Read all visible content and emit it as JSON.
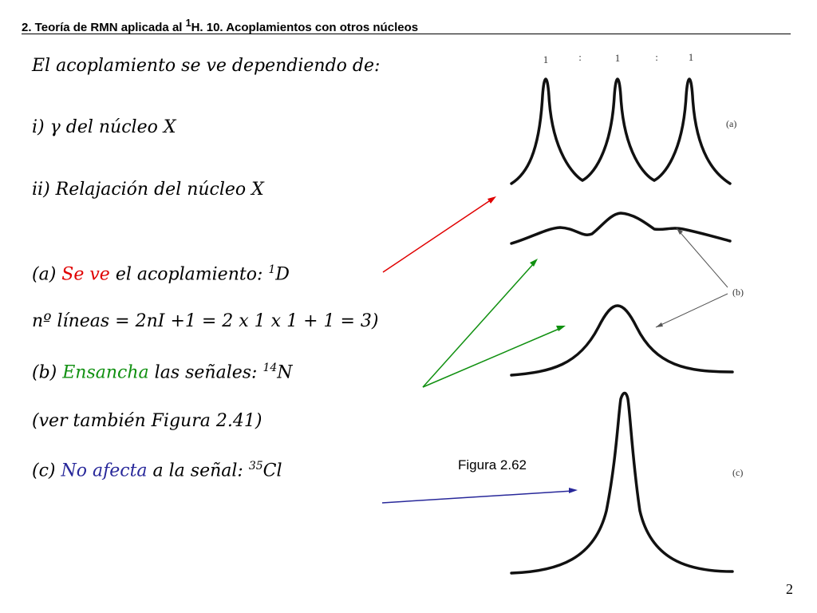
{
  "header": {
    "prefix": "2. Teoría de RMN aplicada al ",
    "sup": "1",
    "suffix": "H. 10. Acoplamientos con otros núcleos"
  },
  "lines": {
    "l1": "El acoplamiento se ve dependiendo de:",
    "l2": "i) γ  del núcleo X",
    "l3": "ii) Relajación del núcleo X",
    "l4a": "(a) ",
    "l4b": "Se ve",
    "l4c": " el acoplamiento: ",
    "l4sup": "1",
    "l4d": "D",
    "l5": "nº líneas = 2nI +1 = 2 x 1 x 1 + 1 = 3)",
    "l6a": "(b) ",
    "l6b": "Ensancha",
    "l6c": " las señales: ",
    "l6sup": "14",
    "l6d": "N",
    "l7": "(ver también Figura 2.41)",
    "l8a": "(c) ",
    "l8b": "No afecta",
    "l8c": " a la señal: ",
    "l8sup": "35",
    "l8d": "Cl"
  },
  "figure": {
    "caption": "Figura 2.62",
    "ratio": [
      "1",
      ":",
      "1",
      ":",
      "1"
    ],
    "label_a": "(a)",
    "label_b": "(b)",
    "label_c": "(c)"
  },
  "colors": {
    "red": "#e00000",
    "green": "#109010",
    "blue": "#28289a"
  },
  "page_number": "2"
}
